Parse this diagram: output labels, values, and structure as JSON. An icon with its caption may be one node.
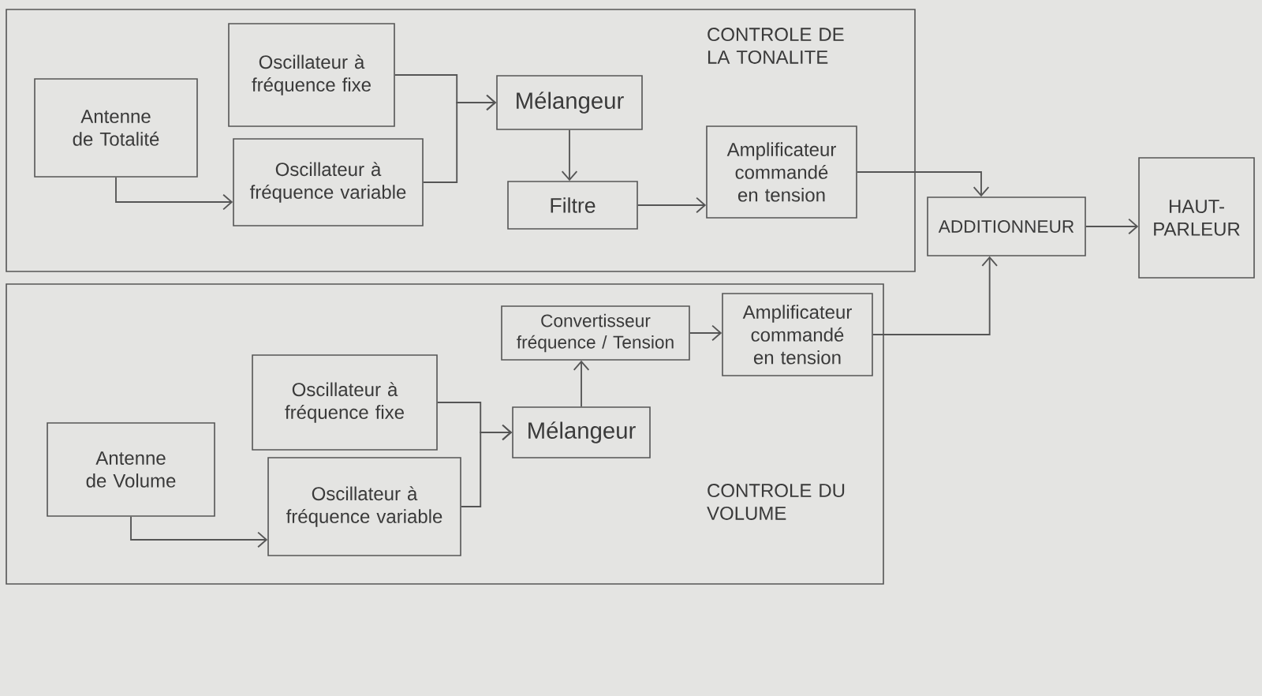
{
  "diagram": {
    "nodes": [
      {
        "text": [
          "CONTROLE DE LA TONALITE"
        ]
      },
      {
        "text": [
          "Antenne de Totalité"
        ],
        "in": 0
      },
      {
        "text": [
          "Oscillateur à fréquence fixe"
        ],
        "in": 0
      },
      {
        "text": [
          "Oscillateur à fréquence variable"
        ],
        "in": 0
      },
      {
        "text": [
          "Mélangeur"
        ],
        "in": 0
      },
      {
        "text": [
          "Filtre"
        ],
        "in": 0
      },
      {
        "text": [
          "Amplificateur commandé en tension"
        ],
        "in": 0
      },
      {
        "text": [
          "CONTROLE DU VOLUME"
        ]
      },
      {
        "text": [
          "Antenne de Volume"
        ],
        "in": 7
      },
      {
        "text": [
          "Oscillateur à fréquence fixe"
        ],
        "in": 7
      },
      {
        "text": [
          "Oscillateur à fréquence variable"
        ],
        "in": 7
      },
      {
        "text": [
          "Mélangeur"
        ],
        "in": 7
      },
      {
        "text": [
          "Convertisseur fréquence / Tension"
        ],
        "in": 7
      },
      {
        "text": [
          "Amplificateur commandé en tension"
        ],
        "in": 7
      },
      {
        "text": [
          "ADDITIONNEUR"
        ]
      },
      {
        "text": [
          "HAUT-PARLEUR"
        ]
      }
    ],
    "edges": [
      {
        "from": 1,
        "to": 3,
        "arrow": "to"
      },
      {
        "from": 2,
        "to": 4,
        "arrow": "to"
      },
      {
        "from": 3,
        "to": 4,
        "arrow": "to"
      },
      {
        "from": 4,
        "to": 5,
        "arrow": "to"
      },
      {
        "from": 5,
        "to": 6,
        "arrow": "to"
      },
      {
        "from": 6,
        "to": 14,
        "arrow": "to"
      },
      {
        "from": 8,
        "to": 10,
        "arrow": "to"
      },
      {
        "from": 9,
        "to": 11,
        "arrow": "to"
      },
      {
        "from": 10,
        "to": 11,
        "arrow": "to"
      },
      {
        "from": 11,
        "to": 12,
        "arrow": "to"
      },
      {
        "from": 12,
        "to": 13,
        "arrow": "to"
      },
      {
        "from": 13,
        "to": 14,
        "arrow": "to"
      },
      {
        "from": 14,
        "to": 15,
        "arrow": "to"
      }
    ]
  }
}
